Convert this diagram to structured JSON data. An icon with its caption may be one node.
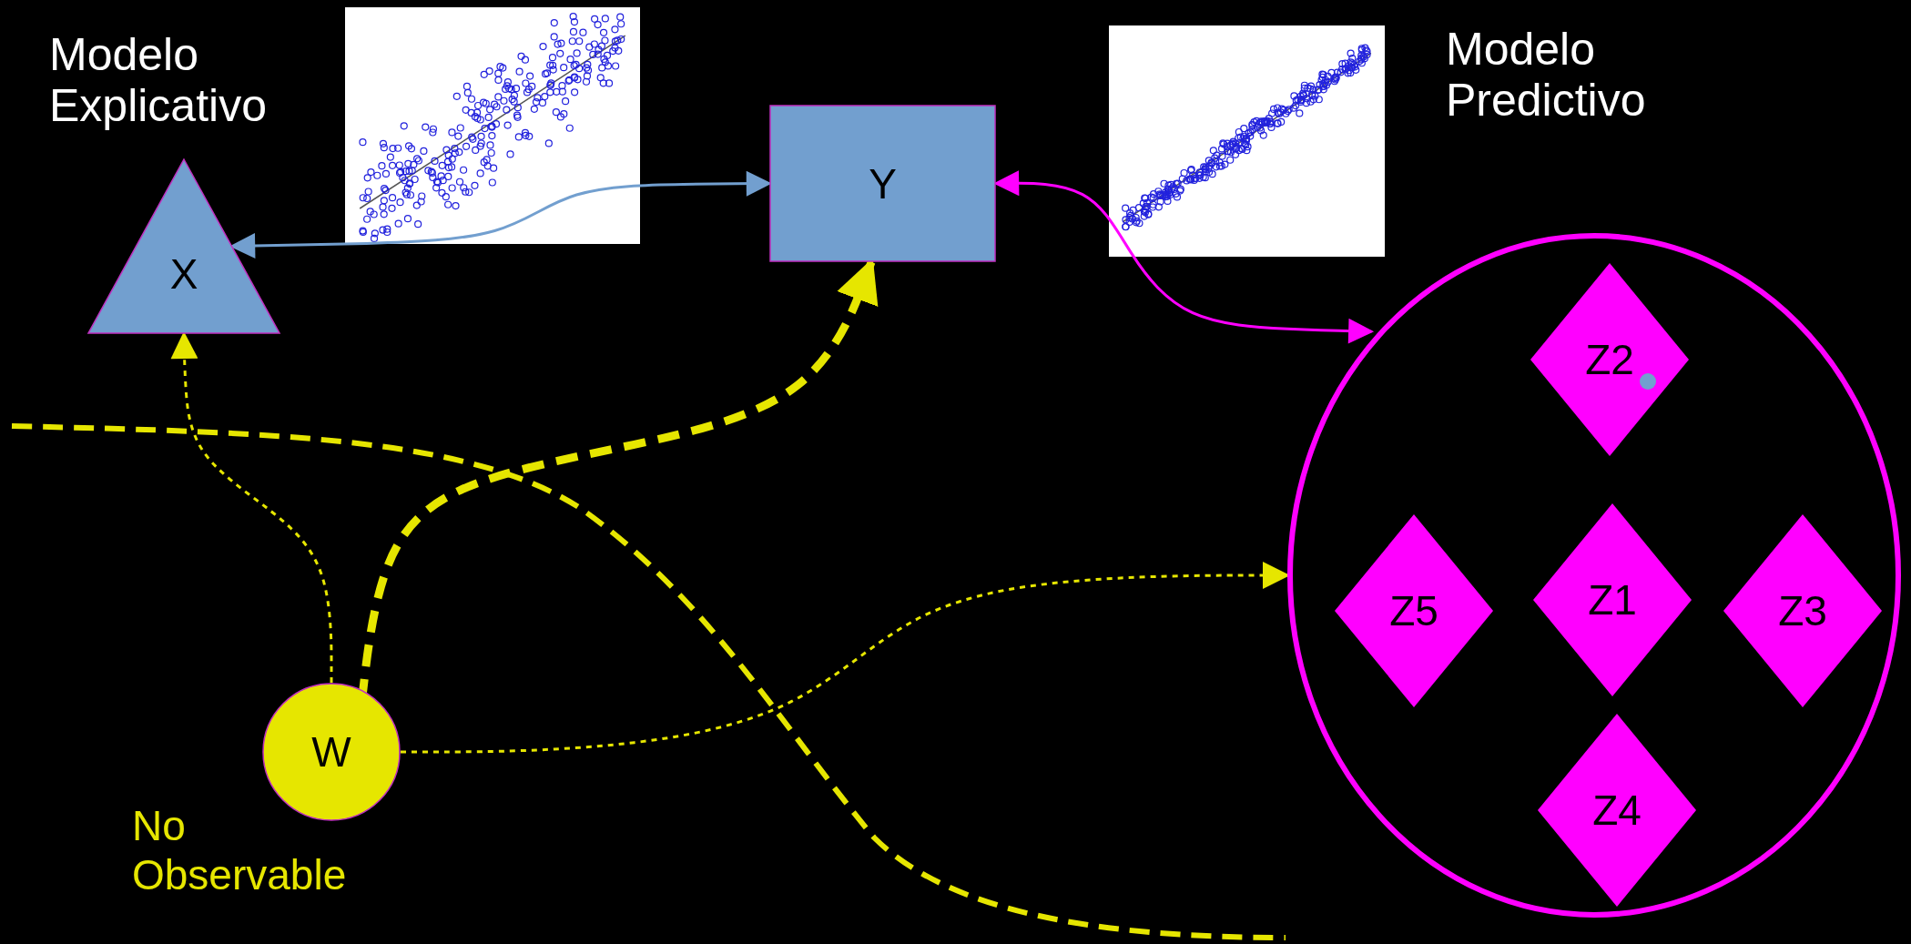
{
  "diagram": {
    "nodes": [
      {
        "text": [
          "X"
        ]
      },
      {
        "text": [
          "Y"
        ]
      },
      {
        "text": [],
        "shape": "circle"
      },
      {
        "text": [
          "Z2"
        ],
        "in": 2
      },
      {
        "text": [
          "Z5"
        ],
        "in": 2
      },
      {
        "text": [
          "Z1"
        ],
        "in": 2
      },
      {
        "text": [
          "Z3"
        ],
        "in": 2
      },
      {
        "text": [
          "Z4"
        ],
        "in": 2
      },
      {
        "text": [
          "W"
        ],
        "beside": [
          "No Observable"
        ]
      }
    ],
    "edges": [
      {
        "from": 0,
        "to": 1,
        "arrow": "both",
        "color": "#729fcf"
      },
      {
        "from": 1,
        "to": 2,
        "arrow": "both",
        "color": "#ff00ff"
      },
      {
        "from": 8,
        "to": 0,
        "arrow": "to",
        "style": "dashed"
      },
      {
        "from": 8,
        "to": 1,
        "arrow": "to",
        "style": "dashed"
      },
      {
        "from": 8,
        "to": 2,
        "arrow": "to",
        "style": "dashed"
      }
    ],
    "labels": [
      "Modelo Explicativo",
      "Modelo Predictivo"
    ]
  }
}
